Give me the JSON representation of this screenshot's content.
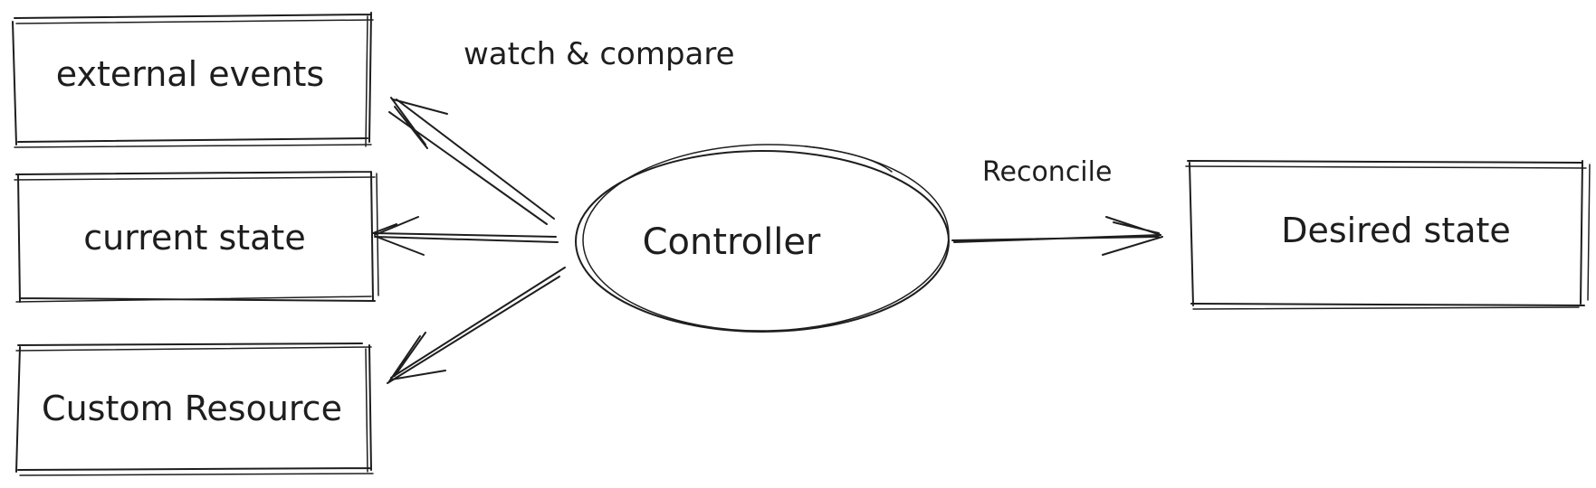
{
  "nodes": {
    "external_events": "external events",
    "current_state": "current state",
    "custom_resource": "Custom Resource",
    "controller": "Controller",
    "desired_state": "Desired state"
  },
  "edges": {
    "watch_compare": "watch & compare",
    "reconcile": "Reconcile"
  },
  "colors": {
    "stroke": "#1e1e1e",
    "background": "#ffffff"
  }
}
